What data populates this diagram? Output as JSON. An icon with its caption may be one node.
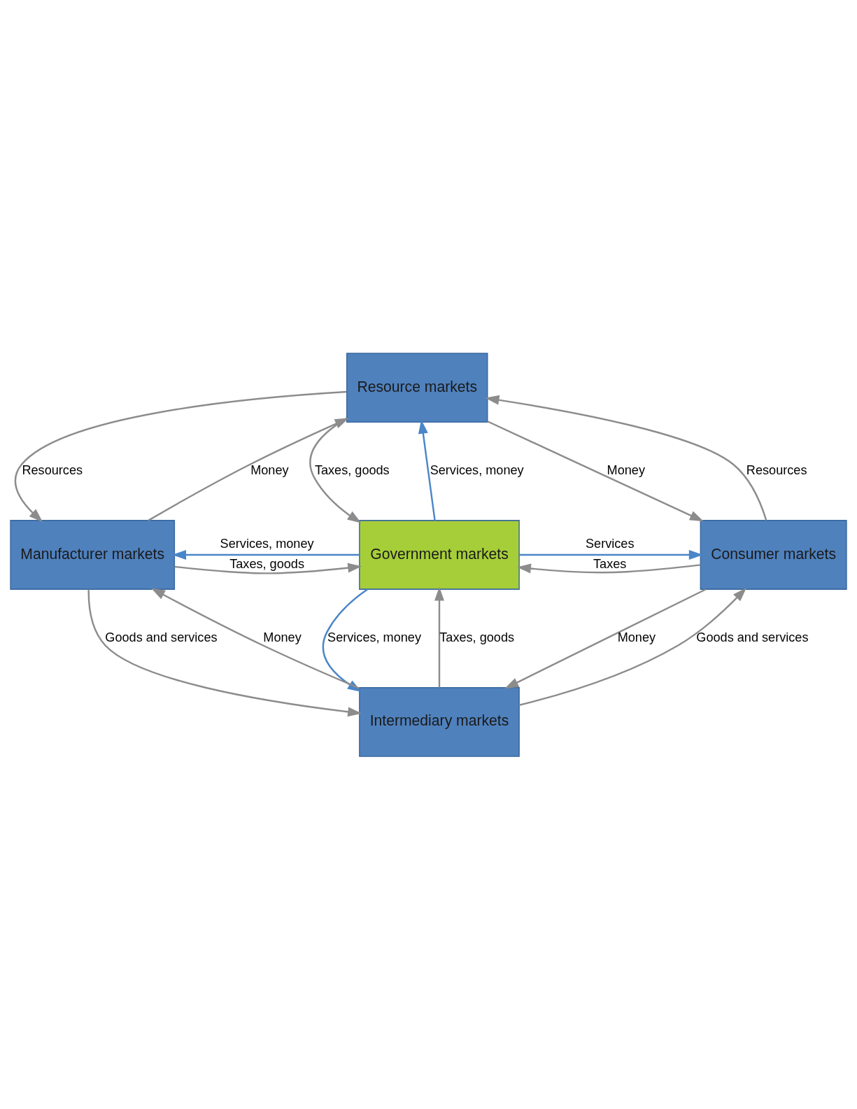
{
  "diagram": {
    "nodes": [
      {
        "text": [
          "Resource markets"
        ]
      },
      {
        "text": [
          "Manufacturer markets"
        ]
      },
      {
        "text": [
          "Government markets"
        ]
      },
      {
        "text": [
          "Consumer markets"
        ]
      },
      {
        "text": [
          "Intermediary markets"
        ]
      }
    ],
    "edges": [
      {
        "from": 0,
        "to": 1,
        "arrow": "to",
        "label": "Resources"
      },
      {
        "from": 1,
        "to": 0,
        "arrow": "to",
        "label": "Money"
      },
      {
        "from": 3,
        "to": 0,
        "arrow": "to",
        "label": "Resources"
      },
      {
        "from": 0,
        "to": 3,
        "arrow": "to",
        "label": "Money"
      },
      {
        "from": 0,
        "to": 2,
        "arrow": "to",
        "label": "Taxes, goods"
      },
      {
        "from": 2,
        "to": 0,
        "arrow": "to",
        "label": "Services, money",
        "color": "#4a86c8"
      },
      {
        "from": 2,
        "to": 1,
        "arrow": "to",
        "label": "Services, money",
        "color": "#4a86c8"
      },
      {
        "from": 1,
        "to": 2,
        "arrow": "to",
        "label": "Taxes, goods"
      },
      {
        "from": 3,
        "to": 2,
        "arrow": "to",
        "label": "Taxes"
      },
      {
        "from": 2,
        "to": 3,
        "arrow": "to",
        "label": "Services",
        "color": "#4a86c8"
      },
      {
        "from": 2,
        "to": 4,
        "arrow": "to",
        "label": "Services, money",
        "color": "#4a86c8"
      },
      {
        "from": 4,
        "to": 2,
        "arrow": "to",
        "label": "Taxes, goods"
      },
      {
        "from": 4,
        "to": 1,
        "arrow": "to",
        "label": "Money"
      },
      {
        "from": 1,
        "to": 4,
        "arrow": "to",
        "label": "Goods and services"
      },
      {
        "from": 3,
        "to": 4,
        "arrow": "to",
        "label": "Money"
      },
      {
        "from": 4,
        "to": 3,
        "arrow": "to",
        "label": "Goods and services"
      }
    ]
  }
}
